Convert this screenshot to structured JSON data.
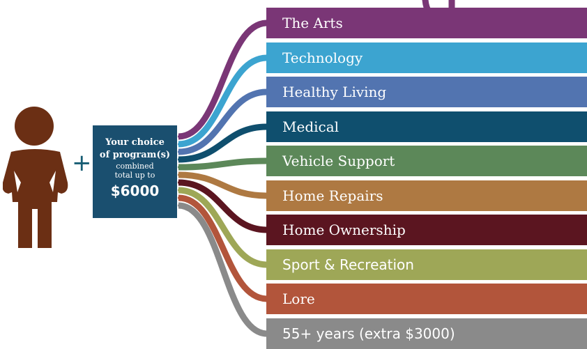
{
  "programs": [
    {
      "label": "The Arts",
      "color": "#7a3676"
    },
    {
      "label": "Technology",
      "color": "#3ca4d0"
    },
    {
      "label": "Healthy Living",
      "color": "#5274b0"
    },
    {
      "label": "Medical",
      "color": "#0f4f6e"
    },
    {
      "label": "Vehicle Support",
      "color": "#5c8859"
    },
    {
      "label": "Home Repairs",
      "color": "#ae7942"
    },
    {
      "label": "Home Ownership",
      "color": "#5b1520"
    },
    {
      "label": "Sport & Recreation",
      "color": "#9ea757"
    },
    {
      "label": "Lore",
      "color": "#b2553b"
    },
    {
      "label": "55+ years (extra $3000)",
      "color": "#8a8a8a"
    }
  ],
  "box": {
    "line1": "Your choice",
    "line2": "of program(s)",
    "line3": "combined",
    "line4": "total up to",
    "amount": "$6000"
  },
  "plus_sign": "+",
  "colors": {
    "person": "#6b2f14",
    "box": "#1a4f6f",
    "plus": "#165c73"
  },
  "icons": [
    "person-icon"
  ]
}
